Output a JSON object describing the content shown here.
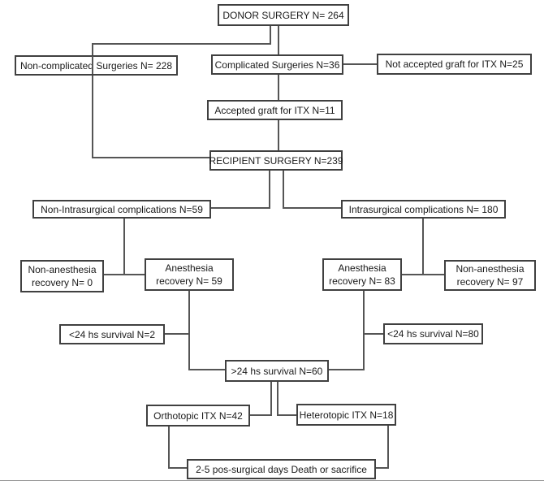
{
  "diagram": {
    "type": "flowchart",
    "colors": {
      "box_border": "#404040",
      "connector": "#555555",
      "background": "#ffffff",
      "text": "#1a1a1a"
    },
    "nodes": {
      "donor": "DONOR SURGERY N= 264",
      "noncomplicated": "Non-complicated Surgeries N= 228",
      "complicated": "Complicated Surgeries N=36",
      "not_accepted": "Not accepted graft for ITX N=25",
      "accepted": "Accepted graft for ITX N=11",
      "recipient": "RECIPIENT SURGERY N=239",
      "non_intrasurgical": "Non-Intrasurgical complications N=59",
      "intrasurgical": "Intrasurgical complications N= 180",
      "non_anesthesia_left": "Non-anesthesia recovery N= 0",
      "anesthesia_left": "Anesthesia recovery N= 59",
      "anesthesia_right": "Anesthesia recovery N= 83",
      "non_anesthesia_right": "Non-anesthesia recovery N= 97",
      "lt24_left": "<24 hs survival N=2",
      "lt24_right": "<24 hs survival N=80",
      "gt24": ">24 hs survival N=60",
      "orthotopic": "Orthotopic ITX N=42",
      "heterotopic": "Heterotopic ITX N=18",
      "outcome": "2-5 pos-surgical days Death or sacrifice"
    },
    "edges": [
      {
        "from": "donor",
        "to": "noncomplicated"
      },
      {
        "from": "donor",
        "to": "complicated"
      },
      {
        "from": "complicated",
        "to": "not_accepted"
      },
      {
        "from": "complicated",
        "to": "accepted"
      },
      {
        "from": "accepted",
        "to": "recipient"
      },
      {
        "from": "noncomplicated",
        "to": "recipient"
      },
      {
        "from": "recipient",
        "to": "non_intrasurgical"
      },
      {
        "from": "recipient",
        "to": "intrasurgical"
      },
      {
        "from": "non_intrasurgical",
        "to": "non_anesthesia_left"
      },
      {
        "from": "non_intrasurgical",
        "to": "anesthesia_left"
      },
      {
        "from": "intrasurgical",
        "to": "anesthesia_right"
      },
      {
        "from": "intrasurgical",
        "to": "non_anesthesia_right"
      },
      {
        "from": "anesthesia_left",
        "to": "lt24_left"
      },
      {
        "from": "anesthesia_left",
        "to": "gt24"
      },
      {
        "from": "anesthesia_right",
        "to": "lt24_right"
      },
      {
        "from": "anesthesia_right",
        "to": "gt24"
      },
      {
        "from": "gt24",
        "to": "orthotopic"
      },
      {
        "from": "gt24",
        "to": "heterotopic"
      },
      {
        "from": "orthotopic",
        "to": "outcome"
      },
      {
        "from": "heterotopic",
        "to": "outcome"
      }
    ]
  }
}
